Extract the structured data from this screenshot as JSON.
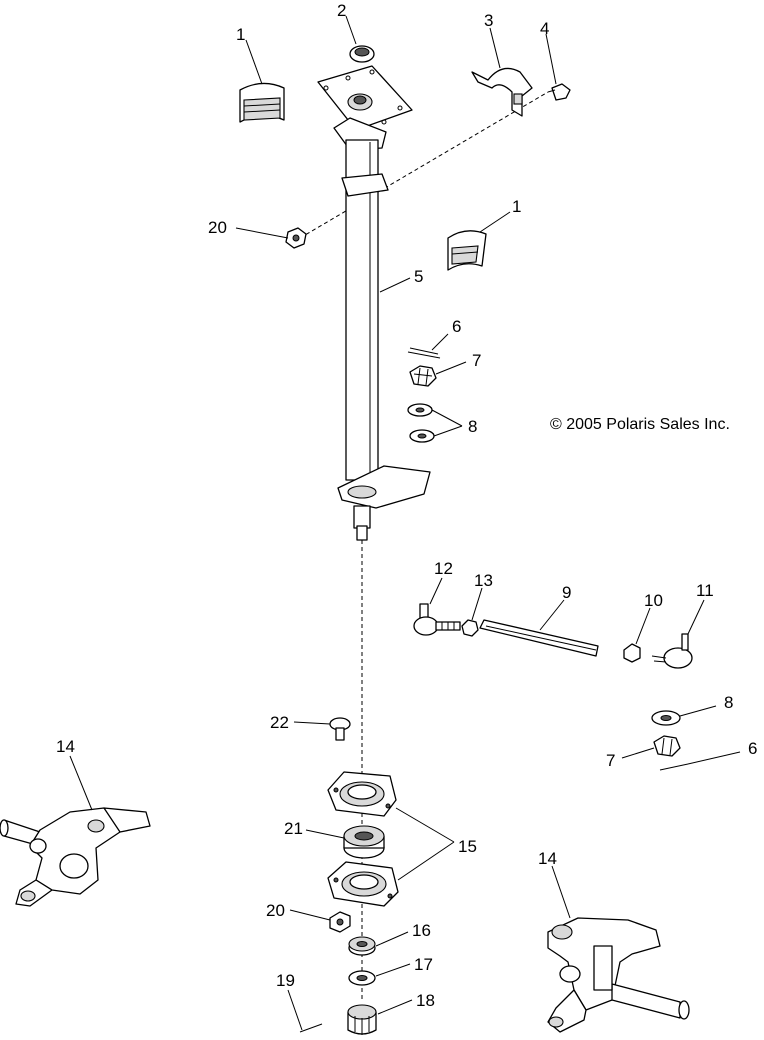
{
  "copyright": "© 2005 Polaris Sales Inc.",
  "callouts": [
    {
      "id": "c1a",
      "label": "1"
    },
    {
      "id": "c2",
      "label": "2"
    },
    {
      "id": "c3",
      "label": "3"
    },
    {
      "id": "c4",
      "label": "4"
    },
    {
      "id": "c20a",
      "label": "20"
    },
    {
      "id": "c1b",
      "label": "1"
    },
    {
      "id": "c5",
      "label": "5"
    },
    {
      "id": "c6a",
      "label": "6"
    },
    {
      "id": "c7a",
      "label": "7"
    },
    {
      "id": "c8a",
      "label": "8"
    },
    {
      "id": "c12",
      "label": "12"
    },
    {
      "id": "c13",
      "label": "13"
    },
    {
      "id": "c9",
      "label": "9"
    },
    {
      "id": "c10",
      "label": "10"
    },
    {
      "id": "c11",
      "label": "11"
    },
    {
      "id": "c8b",
      "label": "8"
    },
    {
      "id": "c7b",
      "label": "7"
    },
    {
      "id": "c6b",
      "label": "6"
    },
    {
      "id": "c22",
      "label": "22"
    },
    {
      "id": "c14a",
      "label": "14"
    },
    {
      "id": "c21",
      "label": "21"
    },
    {
      "id": "c15",
      "label": "15"
    },
    {
      "id": "c14b",
      "label": "14"
    },
    {
      "id": "c20b",
      "label": "20"
    },
    {
      "id": "c16",
      "label": "16"
    },
    {
      "id": "c17",
      "label": "17"
    },
    {
      "id": "c19",
      "label": "19"
    },
    {
      "id": "c18",
      "label": "18"
    }
  ]
}
